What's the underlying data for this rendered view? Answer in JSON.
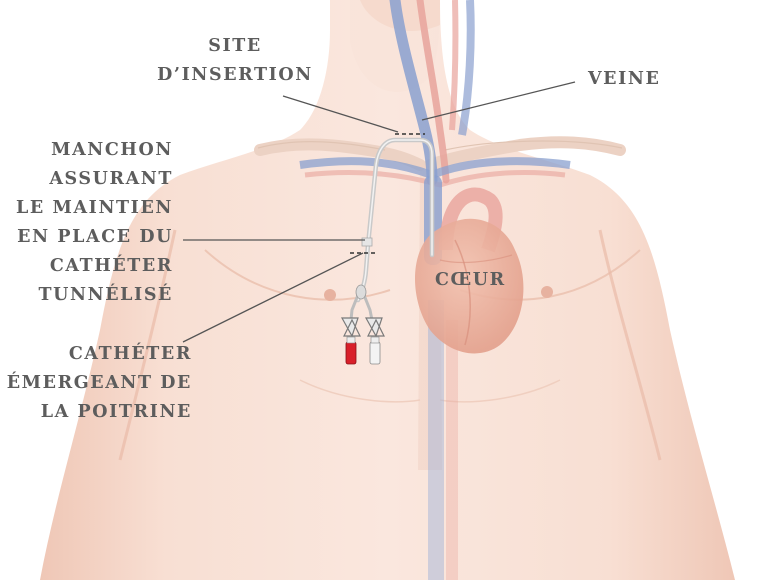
{
  "labels": {
    "insertion_site": [
      "SITE",
      "D’INSERTION"
    ],
    "vein": [
      "VEINE"
    ],
    "cuff": [
      "MANCHON",
      "ASSURANT",
      "LE MAINTIEN",
      "EN PLACE DU",
      "CATHÉTER",
      "TUNNÉLISÉ"
    ],
    "heart": [
      "CŒUR"
    ],
    "exit": [
      "CATHÉTER",
      "ÉMERGEANT DE",
      "LA POITRINE"
    ]
  },
  "colors": {
    "skin": "#f6d9cc",
    "skin_shadow": "#e9bba8",
    "vein": "#8aa0cf",
    "artery": "#e8a39b",
    "heart": "#e9a894",
    "label_text": "#5d5d5d",
    "leader_line": "#555555",
    "catheter": "#d8d8d8",
    "clamp_red": "#d8202a"
  }
}
